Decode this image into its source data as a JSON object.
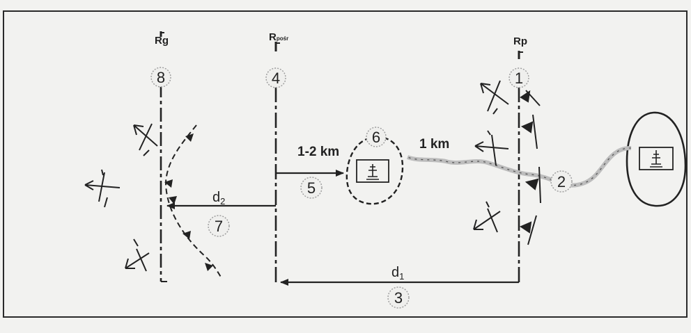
{
  "lines": {
    "rg": {
      "label": "Rg",
      "sub": ""
    },
    "rposr": {
      "label": "R",
      "sub": "pośr"
    },
    "rp": {
      "label": "Rp",
      "sub": ""
    }
  },
  "markers": [
    "1",
    "2",
    "3",
    "4",
    "5",
    "6",
    "7",
    "8"
  ],
  "distances": {
    "near": "1-2 km",
    "far": "1 km",
    "d1": {
      "label": "d",
      "sub": "1"
    },
    "d2": {
      "label": "d",
      "sub": "2"
    }
  },
  "colors": {
    "ink": "#222222",
    "paper": "#f2f2f0"
  },
  "icons": {
    "unit": "command-post-symbol",
    "aircraft": "aircraft-silhouette",
    "arrowhead": "triangle-marker"
  }
}
